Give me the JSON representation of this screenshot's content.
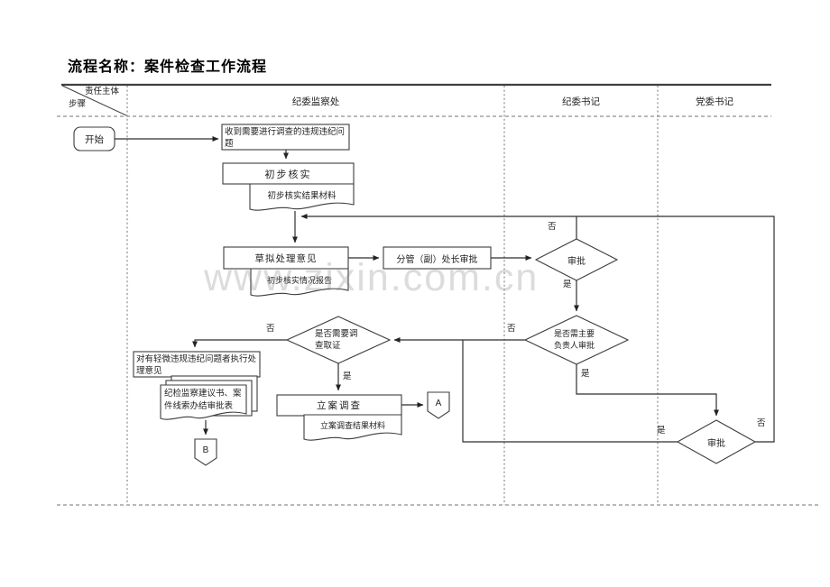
{
  "title": "流程名称：案件检查工作流程",
  "watermark": "www.zixin.com.cn",
  "header": {
    "corner_top": "责任主体",
    "corner_bottom": "步骤",
    "columns": [
      "纪委监察处",
      "纪委书记",
      "党委书记"
    ]
  },
  "nodes": {
    "start": "开始",
    "receive": "收到需要进行调查的违规违纪问题",
    "verify": "初步核实",
    "verify_doc": "初步核实结果材料",
    "draft": "草拟处理意见",
    "draft_doc": "初步核实情况报告",
    "division_approve": "分管（副）处长审批",
    "secretary_approve": "审批",
    "need_leader": "是否需主要负责人审批",
    "need_invest": "是否需要调查取证",
    "minor_execute": "对有轻微违规违纪问题者执行处理意见",
    "minor_doc": "纪检监察建议书、案件线索办结审批表",
    "connector_b": "B",
    "case_invest": "立案调查",
    "case_doc": "立案调查结果材料",
    "connector_a": "A",
    "party_approve": "审批"
  },
  "decision_labels": {
    "yes": "是",
    "no": "否"
  },
  "colors": {
    "line": "#3c3c3c",
    "table_line": "#737373",
    "watermark_gray": "#c8c8c8",
    "fill": "#ffffff"
  }
}
